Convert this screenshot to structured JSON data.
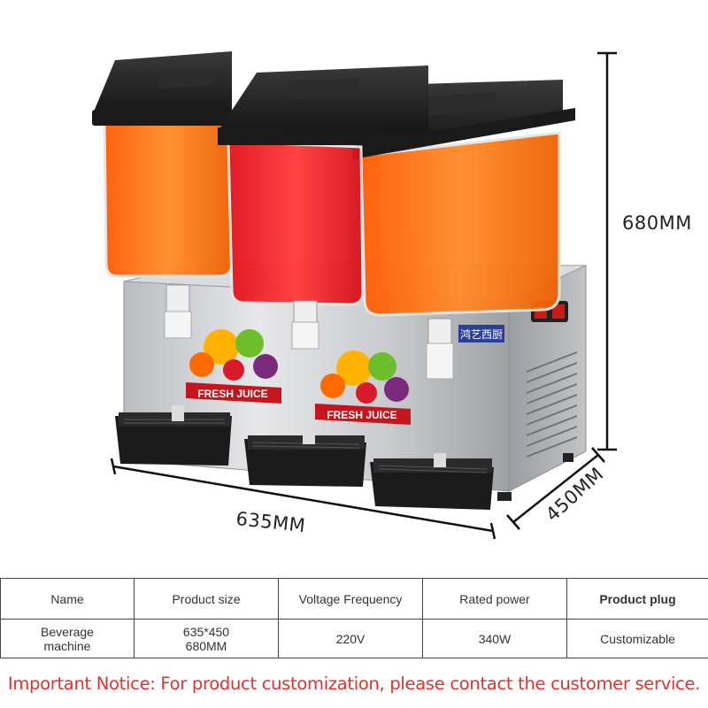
{
  "dimensions": {
    "height": "680MM",
    "width": "635MM",
    "depth": "450MM"
  },
  "product": {
    "brand_label": "鸿艺西厨",
    "banner_text": "FRESH JUICE",
    "tank_colors": [
      "#ff7a1a",
      "#f2282a",
      "#ff7a1a"
    ]
  },
  "spec_table": {
    "headers": [
      "Name",
      "Product size",
      "Voltage Frequency",
      "Rated power",
      "Product plug"
    ],
    "values": {
      "name": [
        "Beverage",
        "machine"
      ],
      "size": [
        "635*450",
        "680MM"
      ],
      "voltage": "220V",
      "power": "340W",
      "plug": "Customizable"
    }
  },
  "notice": "Important Notice: For product customization, please contact the customer service."
}
